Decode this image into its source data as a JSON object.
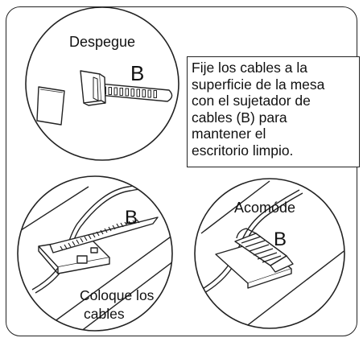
{
  "steps": {
    "peel": {
      "label": "Despegue",
      "part": "B"
    },
    "note": {
      "lines": [
        "Fije los cables a la",
        "superficie de la mesa",
        "con el sujetador de",
        "cables (B) para",
        "mantener el",
        "escritorio limpio."
      ]
    },
    "place": {
      "part": "B",
      "label_lines": [
        "Coloque los",
        "cables"
      ]
    },
    "arrange": {
      "label": "Acomóde",
      "part": "B"
    }
  }
}
